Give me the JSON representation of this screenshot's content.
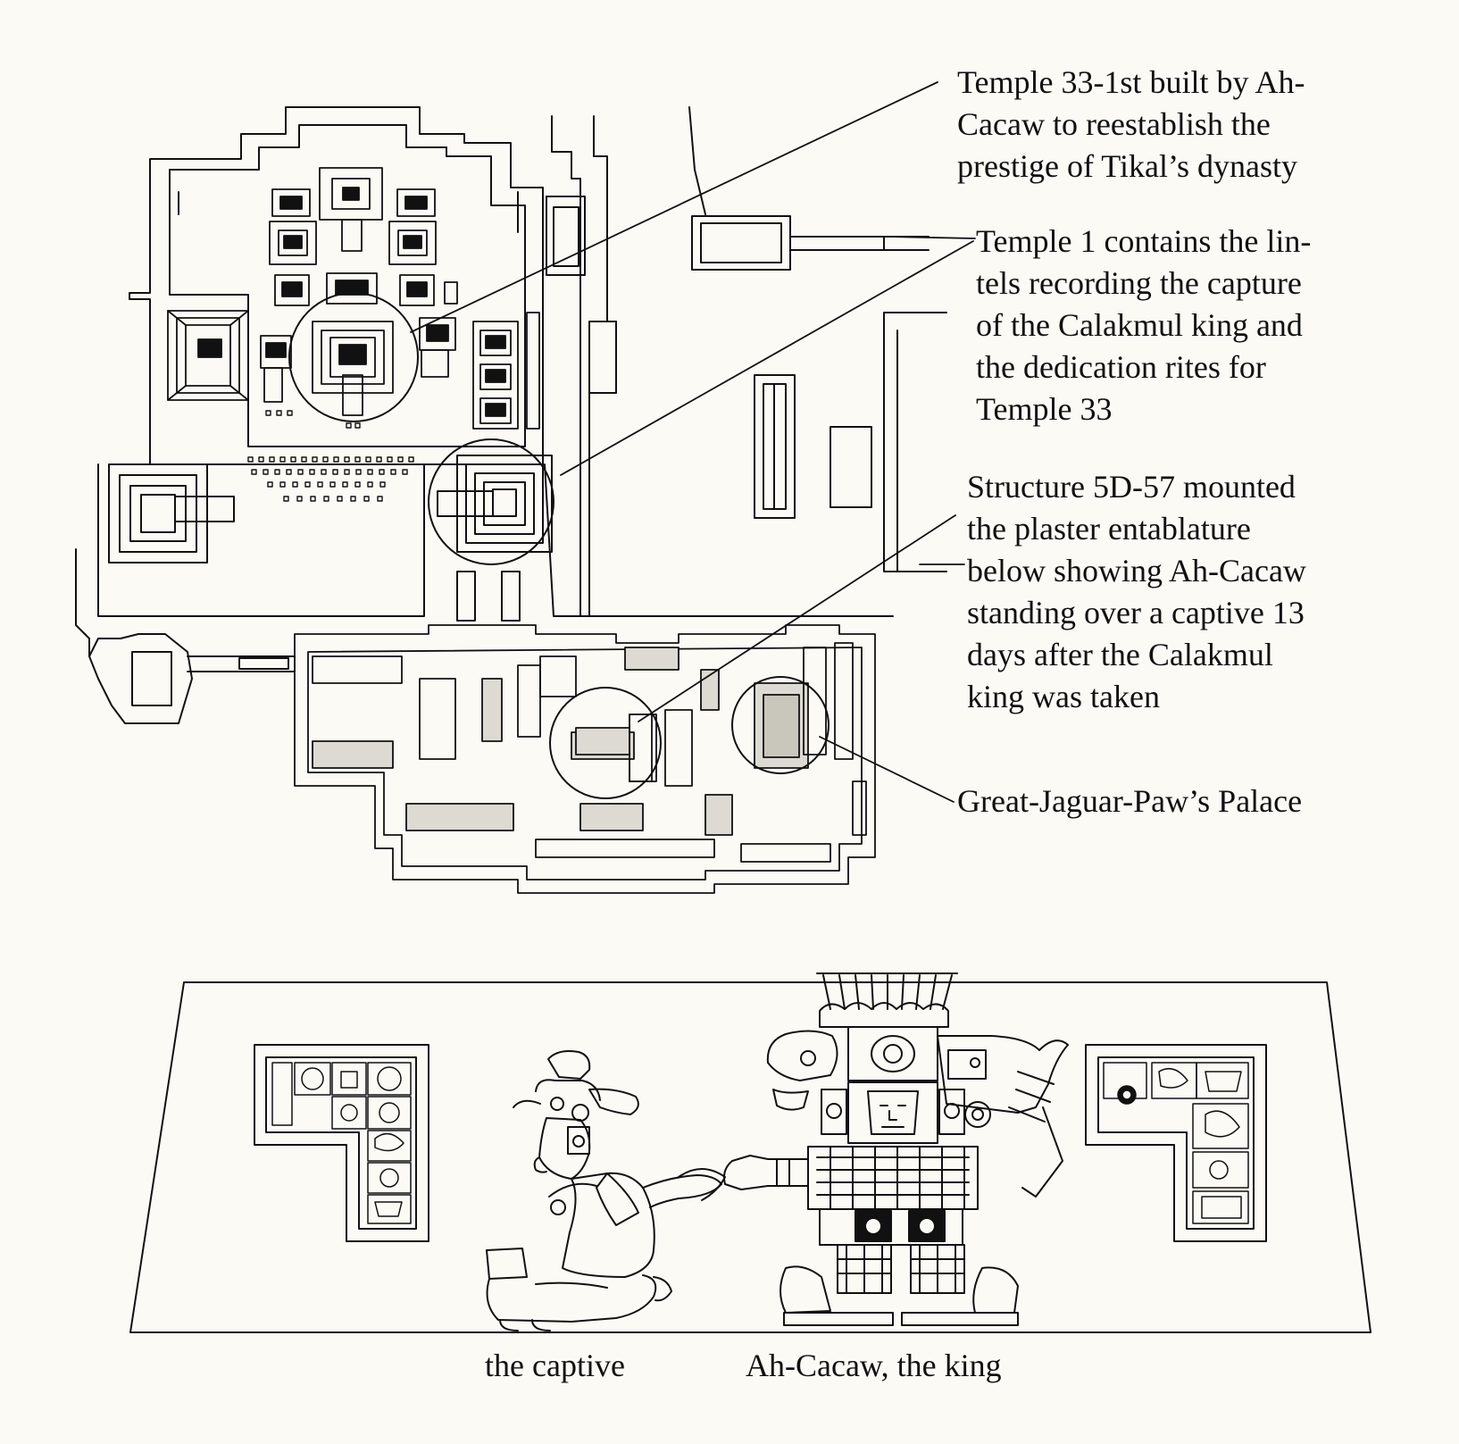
{
  "annotations": {
    "temple33": [
      "Temple 33-1st built by Ah-",
      "Cacaw to reestablish the",
      "prestige of Tikal’s dynasty"
    ],
    "temple1": [
      "Temple 1 contains the lin-",
      "tels recording the capture",
      "of the Calakmul king and",
      "the dedication rites for",
      "Temple 33"
    ],
    "structure57": [
      "Structure 5D-57 mounted",
      "the plaster entablature",
      "below showing Ah-Cacaw",
      "standing over a captive 13",
      "days after the Calakmul",
      "king was taken"
    ],
    "palace": "Great-Jaguar-Paw’s Palace"
  },
  "frieze": {
    "captive_label": "the captive",
    "king_label": "Ah-Cacaw, the king"
  },
  "colors": {
    "ink": "#111111",
    "paper": "#fbfaf5",
    "fill_gray": "#dcdad2"
  }
}
